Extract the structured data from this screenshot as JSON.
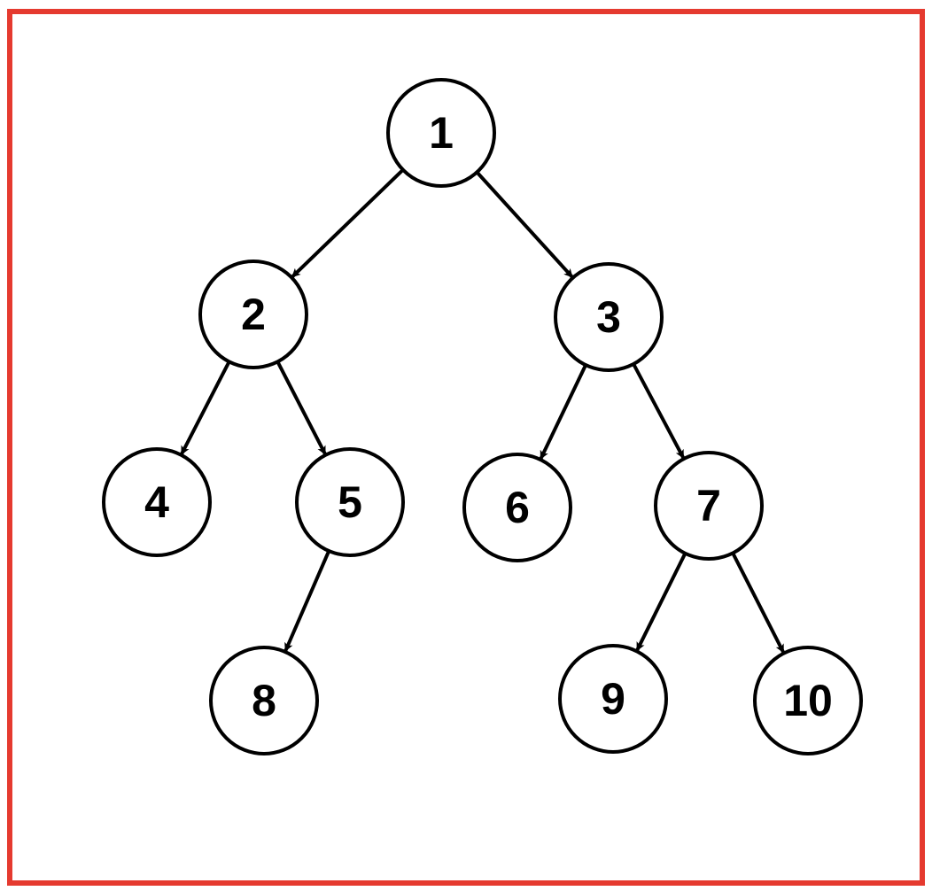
{
  "colors": {
    "frame_border": "#e53a2f",
    "node_stroke": "#000000",
    "node_fill": "#ffffff",
    "edge": "#000000",
    "label": "#000000"
  },
  "tree": {
    "nodes": [
      {
        "id": "n1",
        "label": "1"
      },
      {
        "id": "n2",
        "label": "2"
      },
      {
        "id": "n3",
        "label": "3"
      },
      {
        "id": "n4",
        "label": "4"
      },
      {
        "id": "n5",
        "label": "5"
      },
      {
        "id": "n6",
        "label": "6"
      },
      {
        "id": "n7",
        "label": "7"
      },
      {
        "id": "n8",
        "label": "8"
      },
      {
        "id": "n9",
        "label": "9"
      },
      {
        "id": "n10",
        "label": "10"
      }
    ],
    "edges": [
      {
        "from": "n1",
        "to": "n2"
      },
      {
        "from": "n1",
        "to": "n3"
      },
      {
        "from": "n2",
        "to": "n4"
      },
      {
        "from": "n2",
        "to": "n5"
      },
      {
        "from": "n3",
        "to": "n6"
      },
      {
        "from": "n3",
        "to": "n7"
      },
      {
        "from": "n5",
        "to": "n8"
      },
      {
        "from": "n7",
        "to": "n9"
      },
      {
        "from": "n7",
        "to": "n10"
      }
    ]
  }
}
